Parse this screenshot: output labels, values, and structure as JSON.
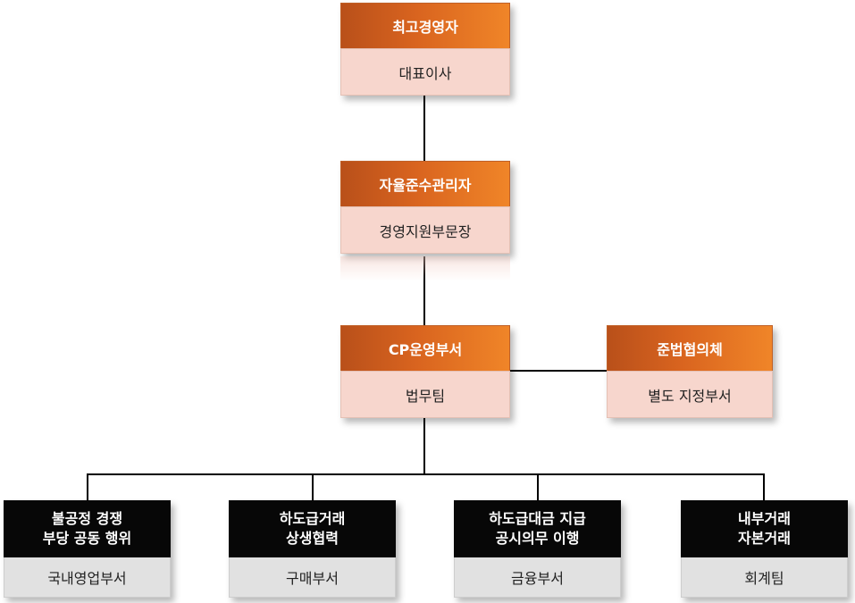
{
  "nodes": {
    "ceo": {
      "title": "최고경영자",
      "unit": "대표이사"
    },
    "compliance_manager": {
      "title": "자율준수관리자",
      "unit": "경영지원부문장"
    },
    "cp_operation": {
      "title": "CP운영부서",
      "unit": "법무팀"
    },
    "law_council": {
      "title": "준법협의체",
      "unit": "별도 지정부서"
    },
    "domestic_sales": {
      "title_line1": "불공정 경쟁",
      "title_line2": "부당 공동 행위",
      "unit": "국내영업부서"
    },
    "purchasing": {
      "title_line1": "하도급거래",
      "title_line2": "상생협력",
      "unit": "구매부서"
    },
    "finance": {
      "title_line1": "하도급대금 지급",
      "title_line2": "공시의무 이행",
      "unit": "금융부서"
    },
    "accounting": {
      "title_line1": "내부거래",
      "title_line2": "자본거래",
      "unit": "회계팀"
    }
  },
  "colors": {
    "primary_header": "#e0681f",
    "primary_body": "#f7d6cd",
    "dept_header": "#070707",
    "dept_body": "#e1e1e1"
  }
}
